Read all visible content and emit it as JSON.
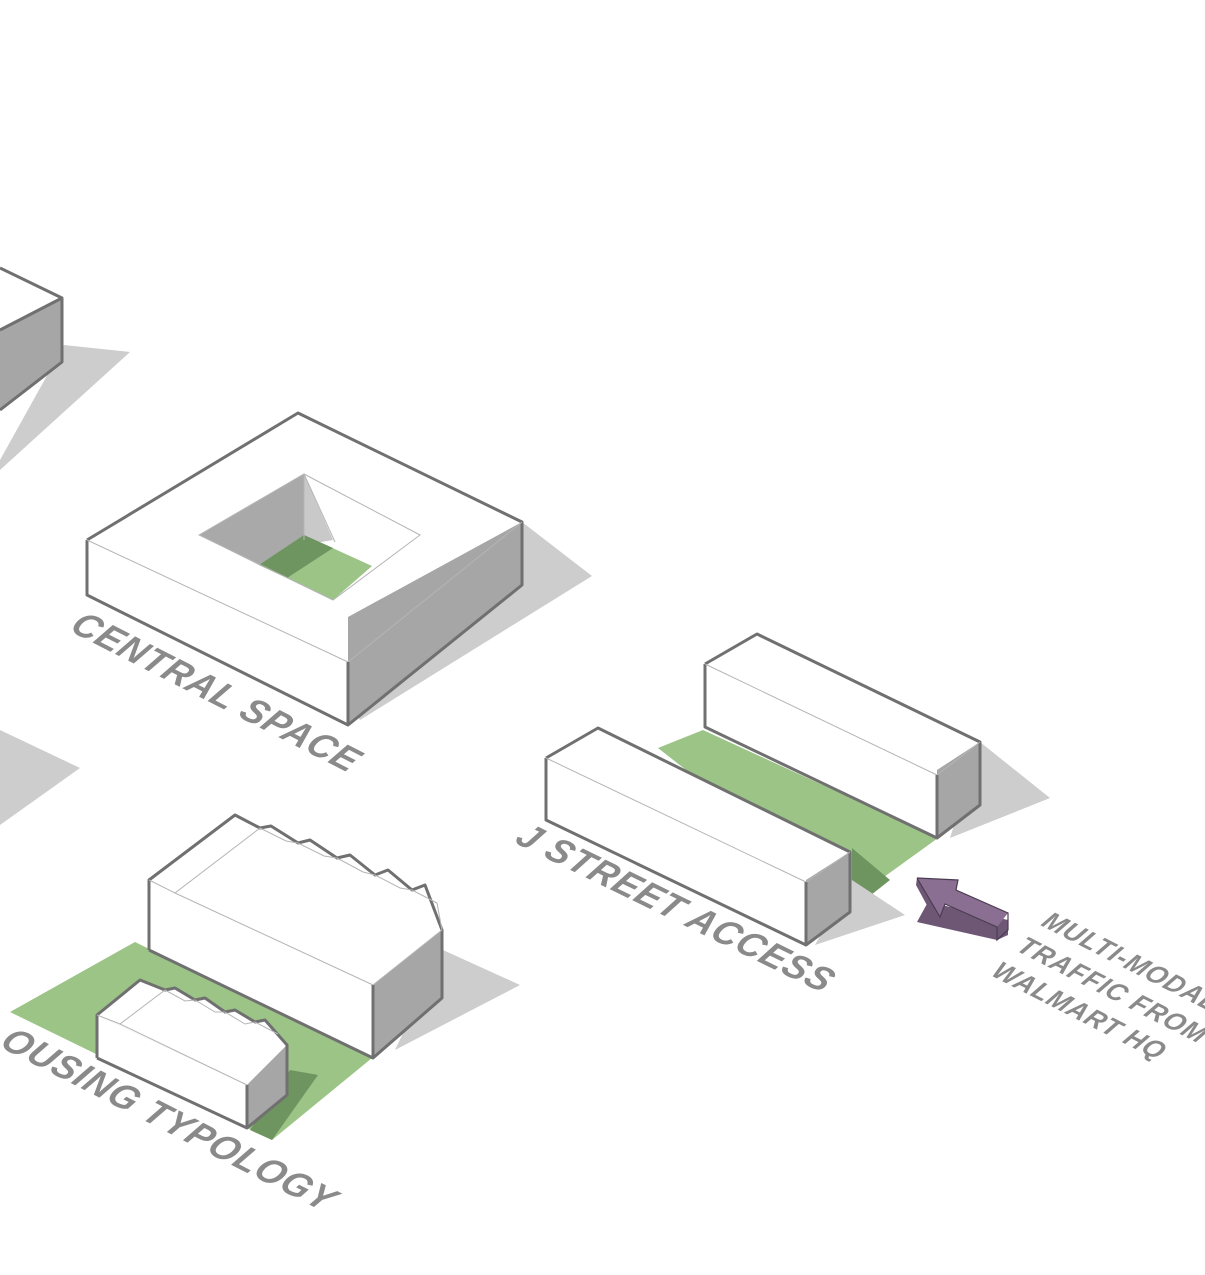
{
  "labels": {
    "central_space": "CENTRAL SPACE",
    "j_street_access": "J STREET ACCESS",
    "housing_typology": "OUSING TYPOLOGY",
    "traffic_line1": "MULTI-MODAL",
    "traffic_line2": "TRAFFIC FROM",
    "traffic_line3": "WALMART HQ"
  },
  "colors": {
    "green": "#9bc486",
    "green_shadow": "#6e9460",
    "top_face": "#ffffff",
    "right_face": "#a6a6a6",
    "shadow": "#cdcdcd",
    "edge": "#707070",
    "label": "#8a8a8a",
    "arrow": "#8a6f92"
  }
}
